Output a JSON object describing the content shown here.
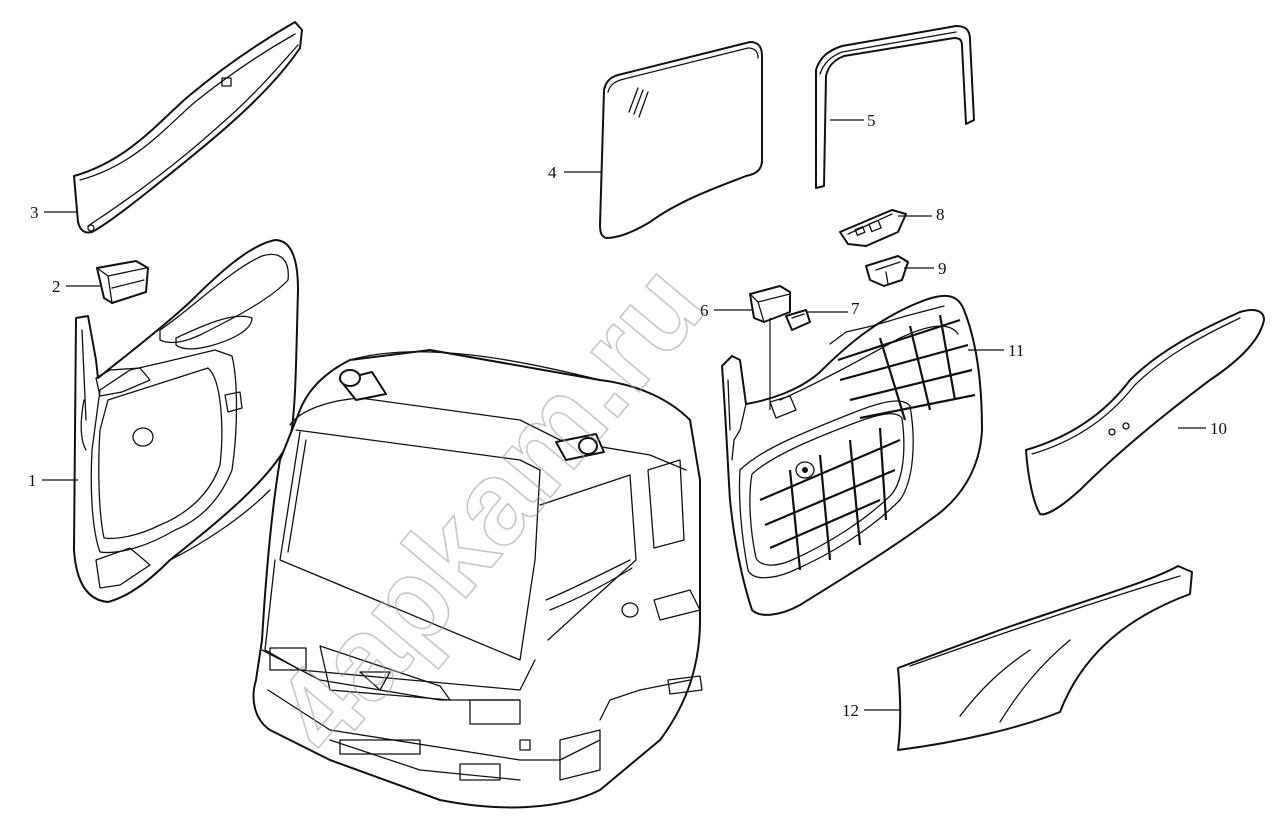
{
  "watermark": "4apkam.ru",
  "corner_mark": "",
  "callouts": [
    {
      "id": "1",
      "label": "1"
    },
    {
      "id": "2",
      "label": "2"
    },
    {
      "id": "3",
      "label": "3"
    },
    {
      "id": "4",
      "label": "4"
    },
    {
      "id": "5",
      "label": "5"
    },
    {
      "id": "6",
      "label": "6"
    },
    {
      "id": "7",
      "label": "7"
    },
    {
      "id": "8",
      "label": "8"
    },
    {
      "id": "9",
      "label": "9"
    },
    {
      "id": "10",
      "label": "10"
    },
    {
      "id": "11",
      "label": "11"
    },
    {
      "id": "12",
      "label": "12"
    }
  ],
  "colors": {
    "line": "#111111",
    "background": "#ffffff",
    "watermark": "#9a9a9a"
  }
}
